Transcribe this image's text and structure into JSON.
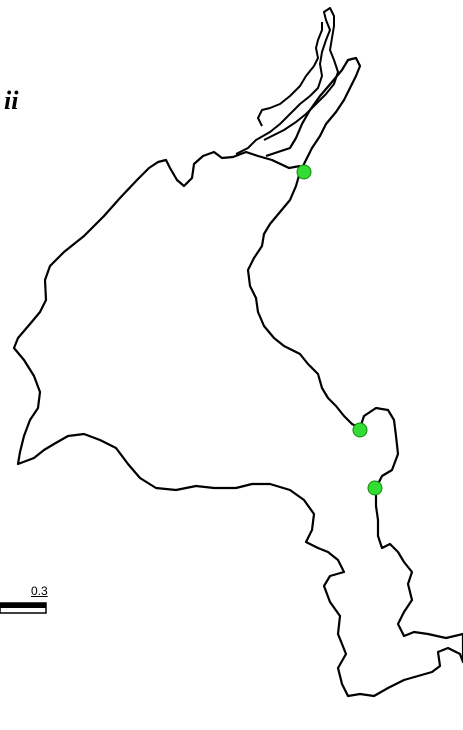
{
  "figure": {
    "panel_label": "ii",
    "scale_label": "0.3"
  },
  "colors": {
    "background": "#ffffff",
    "boundary": "#000000",
    "site_fill": "#33dd33",
    "site_stroke": "#118811"
  },
  "map": {
    "features": [
      "watershed-boundary",
      "river-outline"
    ],
    "sites_count": 3
  }
}
